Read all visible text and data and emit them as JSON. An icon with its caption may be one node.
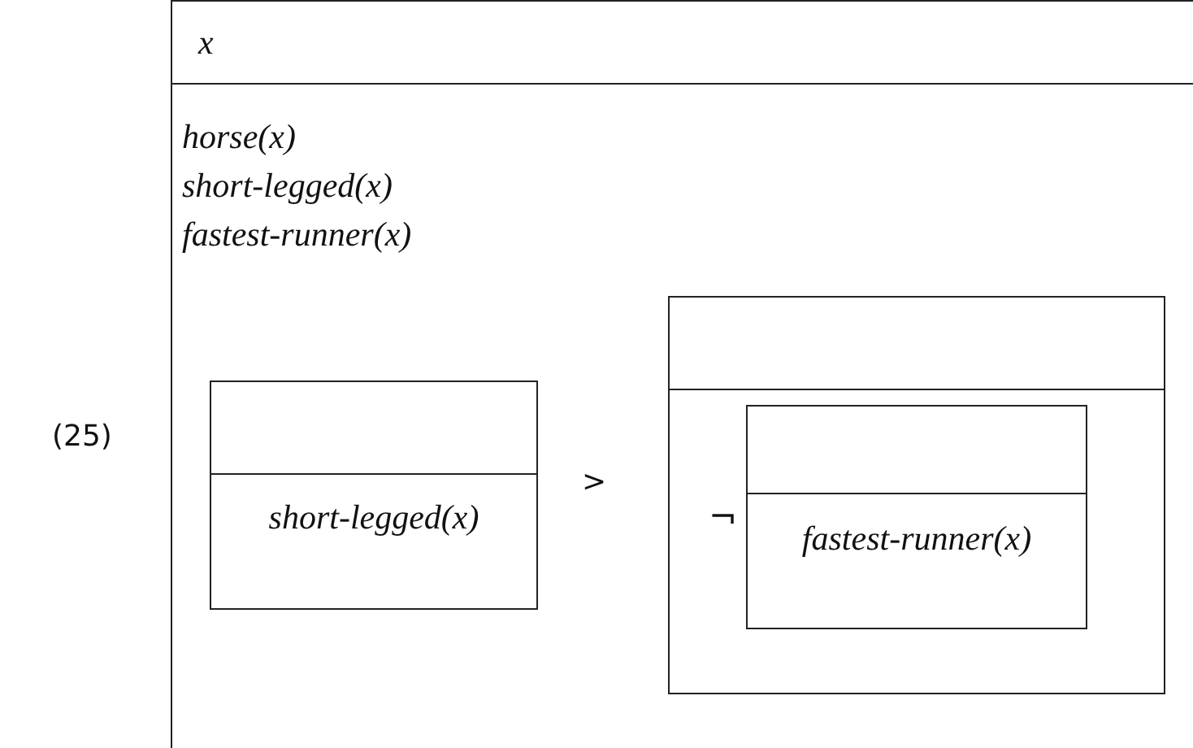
{
  "diagram": {
    "nodes": [
      {
        "text": [
          "x",
          "horse(x)",
          "short-legged(x)",
          "fastest-runner(x)"
        ]
      },
      {
        "text": [
          "short-legged(x)"
        ],
        "in": 0
      },
      {
        "text": [
          "¬"
        ],
        "in": 0
      },
      {
        "text": [
          "fastest-runner(x)"
        ],
        "in": 2
      }
    ],
    "labels": [
      "(25)",
      ">"
    ]
  }
}
